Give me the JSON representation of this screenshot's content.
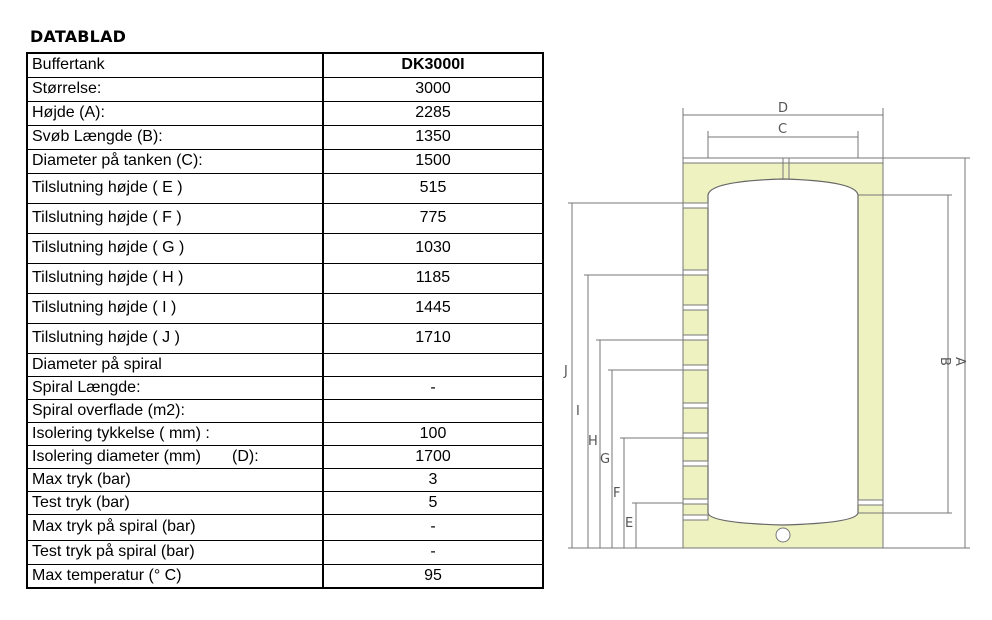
{
  "heading": "DATABLAD",
  "table": {
    "rows": [
      {
        "label": "Buffertank",
        "value": "DK3000I"
      },
      {
        "label": "Størrelse:",
        "value": "3000"
      },
      {
        "label": "Højde (A):",
        "value": "2285"
      },
      {
        "label": "Svøb Længde (B):",
        "value": "1350"
      },
      {
        "label": "Diameter på tanken (C):",
        "value": "1500"
      },
      {
        "label": "Tilslutning højde ( E )",
        "value": "515"
      },
      {
        "label": "Tilslutning højde ( F )",
        "value": "775"
      },
      {
        "label": "Tilslutning højde ( G )",
        "value": "1030"
      },
      {
        "label": "Tilslutning højde ( H )",
        "value": "1185"
      },
      {
        "label": "Tilslutning højde ( I )",
        "value": "1445"
      },
      {
        "label": "Tilslutning højde ( J )",
        "value": "1710"
      },
      {
        "label": "Diameter på spiral",
        "value": ""
      },
      {
        "label": "Spiral Længde:",
        "value": "-"
      },
      {
        "label": "Spiral overflade (m2):",
        "value": ""
      },
      {
        "label": "Isolering tykkelse ( mm) :",
        "value": "100"
      },
      {
        "label": "Isolering diameter (mm)       (D):",
        "value": "1700"
      },
      {
        "label": "Max tryk (bar)",
        "value": "3"
      },
      {
        "label": "Test tryk (bar)",
        "value": "5"
      },
      {
        "label": "Max tryk på spiral (bar)",
        "value": "-"
      },
      {
        "label": "Test tryk på spiral (bar)",
        "value": "-"
      },
      {
        "label": "Max temperatur (° C)",
        "value": "95"
      }
    ]
  },
  "diagram": {
    "labels": {
      "D": "D",
      "C": "C",
      "B": "B",
      "A": "A",
      "J": "J",
      "I": "I",
      "H": "H",
      "G": "G",
      "F": "F",
      "E": "E"
    },
    "colors": {
      "insulation": "#eef2c0",
      "line": "#555555"
    }
  }
}
